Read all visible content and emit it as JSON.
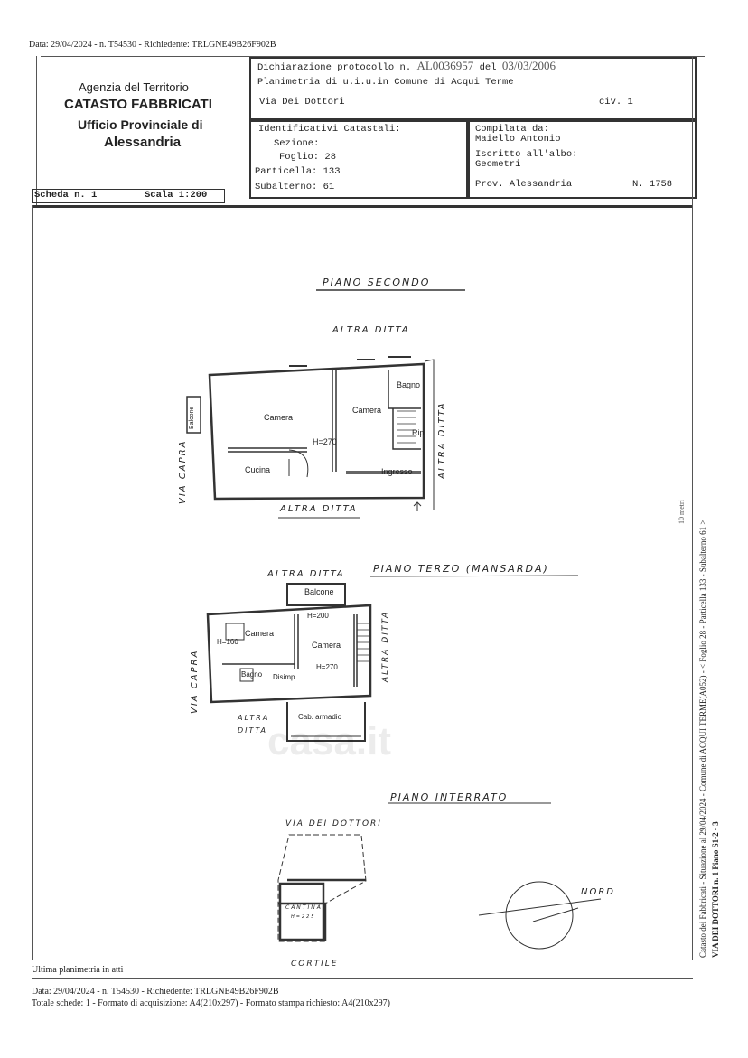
{
  "header": {
    "top_line": "Data: 29/04/2024 - n. T54530 - Richiedente: TRLGNE49B26F902B"
  },
  "agency": {
    "line1": "Agenzia del Territorio",
    "line2": "CATASTO FABBRICATI",
    "line3": "Ufficio Provinciale di",
    "line4": "Alessandria"
  },
  "declaration": {
    "protocol_label": "Dichiarazione protocollo n.",
    "protocol_number": "AL0036957",
    "date_label": "del",
    "date": "03/03/2006",
    "plan_line": "Planimetria di u.i.u.in Comune di Acqui Terme",
    "street": "Via Dei Dottori",
    "civ": "civ. 1"
  },
  "catastal": {
    "title": "Identificativi Catastali:",
    "sezione": "Sezione:",
    "foglio": "Foglio: 28",
    "particella": "Particella: 133",
    "subalterno": "Subalterno: 61"
  },
  "compiler": {
    "compilata_label": "Compilata da:",
    "name": "Maiello Antonio",
    "albo_label": "Iscritto all'albo:",
    "albo": "Geometri",
    "prov": "Prov. Alessandria",
    "number": "N.  1758"
  },
  "scheda": {
    "label": "Scheda n. 1",
    "scale": "Scala 1:200"
  },
  "floors": {
    "secondo": {
      "title": "PIANO SECONDO",
      "altra_top": "ALTRA DITTA",
      "altra_bottom": "ALTRA DITTA",
      "altra_right": "ALTRA DITTA",
      "via": "VIA CAPRA",
      "rooms": {
        "balcone": "Balcone",
        "camera1": "Camera",
        "camera2": "Camera",
        "bagno": "Bagno",
        "rip": "Rip",
        "height": "H=270",
        "cucina": "Cucina",
        "ingresso": "Ingresso"
      }
    },
    "terzo": {
      "title": "PIANO TERZO (MANSARDA)",
      "altra_top": "ALTRA DITTA",
      "altra_right": "ALTRA DITTA",
      "altra_bottom": "ALTRA DITTA",
      "via": "VIA CAPRA",
      "rooms": {
        "balcone": "Balcone",
        "h200": "H=200",
        "camera1": "Camera",
        "h160": "H=160",
        "camera2": "Camera",
        "h270": "H=270",
        "bagno": "Bagno",
        "disimp": "Disimp",
        "cab": "Cab. armadio"
      }
    },
    "interrato": {
      "title": "PIANO INTERRATO",
      "via": "VIA DEI DOTTORI",
      "cantina": "CANTINA",
      "cantina_h": "H=225",
      "cortile": "CORTILE",
      "nord": "NORD"
    }
  },
  "right_margin": {
    "line1": "Catasto dei Fabbricati - Situazione al 29/04/2024 - Comune di ACQUI TERME(A052) - < Foglio 28 - Particella 133 - Subalterno 61 >",
    "line2": "VIA DEI DOTTORI n. 1 Piano S1-2 - 3",
    "stamp": "10 metri"
  },
  "footer": {
    "ultima": "Ultima planimetria in atti",
    "data_line": "Data: 29/04/2024 - n. T54530 - Richiedente: TRLGNE49B26F902B",
    "totale": "Totale schede: 1 - Formato di acquisizione: A4(210x297)  - Formato stampa richiesto: A4(210x297)"
  },
  "watermark": "casa.it"
}
